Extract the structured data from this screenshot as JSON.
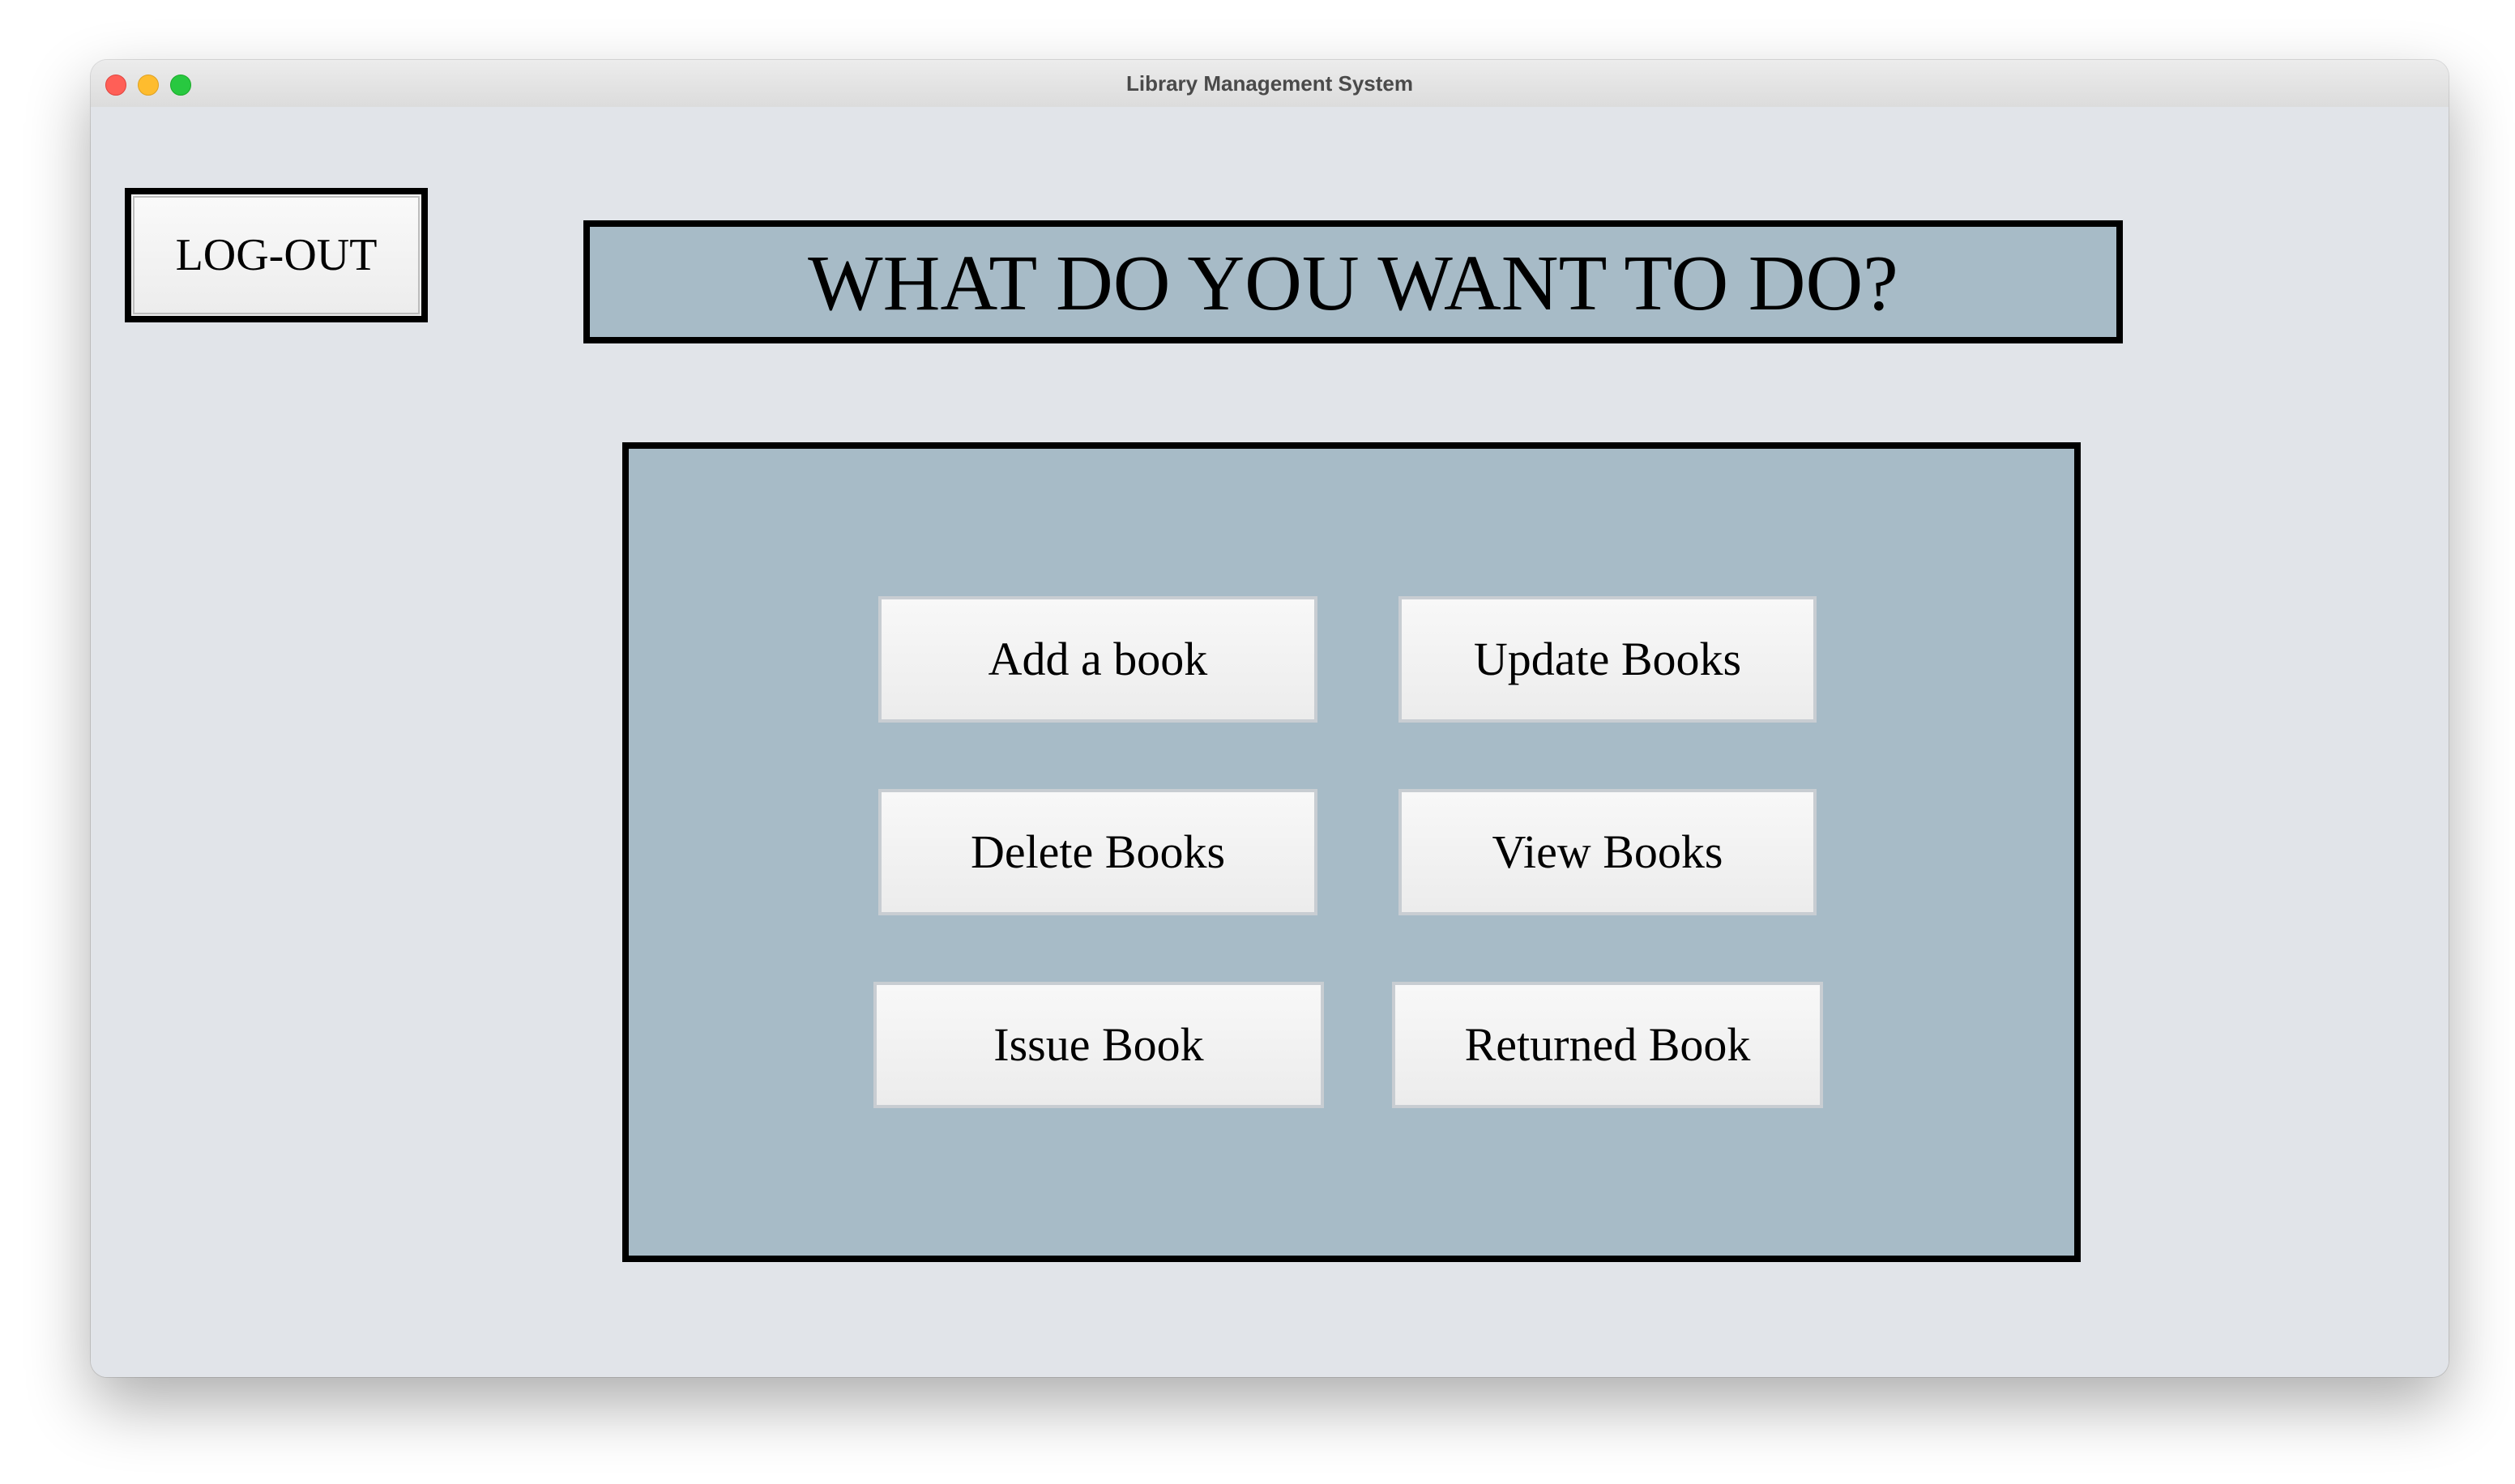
{
  "window": {
    "title": "Library Management System"
  },
  "header": {
    "logout_label": "LOG-OUT",
    "heading": "WHAT DO YOU WANT TO DO?"
  },
  "menu": {
    "add_book": "Add a book",
    "update_books": "Update Books",
    "delete_books": "Delete Books",
    "view_books": "View Books",
    "issue_book": "Issue Book",
    "returned_book": "Returned Book"
  },
  "colors": {
    "window_background": "#e1e4e9",
    "panel_background": "#a7bbc7",
    "border": "#000000"
  }
}
